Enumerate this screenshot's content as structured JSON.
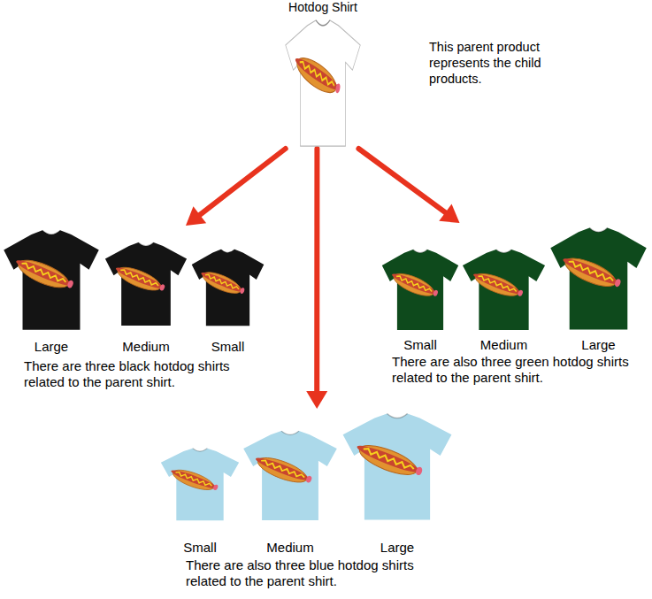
{
  "diagram": {
    "nodes": [
      {
        "text": [
          "Hotdog Shirt"
        ]
      },
      {
        "text": [
          "There are three black hotdog shirts related to the parent shirt."
        ]
      },
      {
        "text": [
          "Large"
        ],
        "in": 1
      },
      {
        "text": [
          "Medium"
        ],
        "in": 1
      },
      {
        "text": [
          "Small"
        ],
        "in": 1
      },
      {
        "text": [
          "There are also three green hotdog shirts related to the parent shirt."
        ]
      },
      {
        "text": [
          "Small"
        ],
        "in": 5
      },
      {
        "text": [
          "Medium"
        ],
        "in": 5
      },
      {
        "text": [
          "Large"
        ],
        "in": 5
      },
      {
        "text": [
          "There are also three blue hotdog shirts related to the parent shirt."
        ]
      },
      {
        "text": [
          "Small"
        ],
        "in": 9
      },
      {
        "text": [
          "Medium"
        ],
        "in": 9
      },
      {
        "text": [
          "Large"
        ],
        "in": 9
      }
    ],
    "edges": [
      {
        "from": 0,
        "to": 1,
        "arrow": "to"
      },
      {
        "from": 0,
        "to": 5,
        "arrow": "to"
      },
      {
        "from": 0,
        "to": 9,
        "arrow": "to"
      }
    ],
    "labels": [
      "This parent product represents the child products."
    ]
  }
}
